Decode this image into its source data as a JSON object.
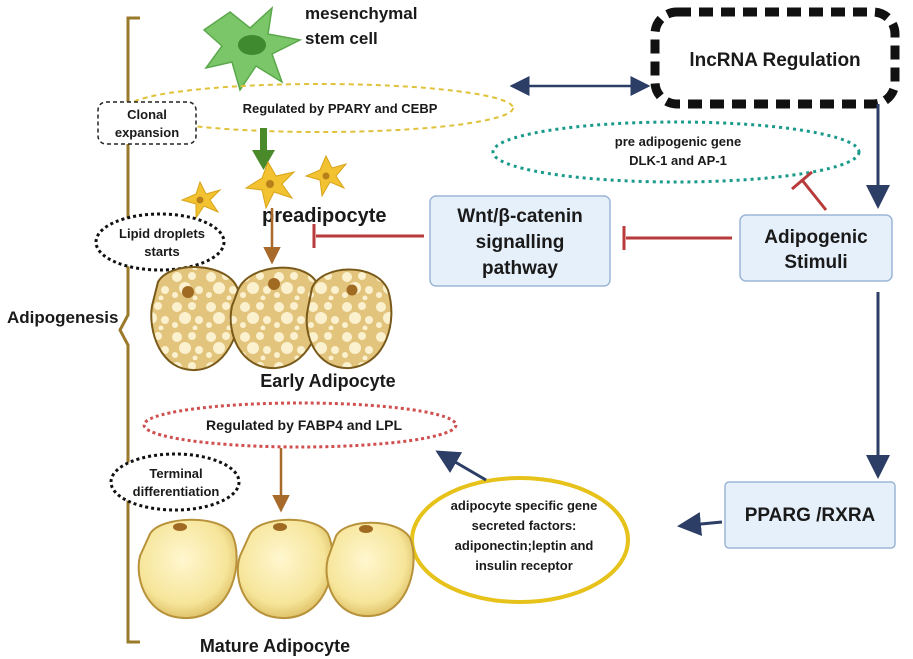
{
  "labels": {
    "msc_line1": "mesenchymal",
    "msc_line2": "stem cell",
    "lncrna": "lncRNA Regulation",
    "clonal_line1": "Clonal",
    "clonal_line2": "expansion",
    "pparg_cebp": "Regulated by PPARY and CEBP",
    "pre_adipo_gene_line1": "pre adipogenic gene",
    "pre_adipo_gene_line2": "DLK-1 and AP-1",
    "preadipocyte": "preadipocyte",
    "wnt_line1": "Wnt/β-catenin",
    "wnt_line2": "signalling",
    "wnt_line3": "pathway",
    "adipogenic_line1": "Adipogenic",
    "adipogenic_line2": "Stimuli",
    "lipid_line1": "Lipid droplets",
    "lipid_line2": "starts",
    "adipogenesis": "Adipogenesis",
    "early_adipocyte": "Early Adipocyte",
    "fabp4_lpl": "Regulated by FABP4 and LPL",
    "terminal_line1": "Terminal",
    "terminal_line2": "differentiation",
    "pparg_rxra": "PPARG /RXRA",
    "specific_line1": "adipocyte specific gene",
    "specific_line2": "secreted factors:",
    "specific_line3": "adiponectin;leptin and",
    "specific_line4": "insulin receptor",
    "mature_adipocyte": "Mature Adipocyte"
  },
  "colors": {
    "bracket": "#9a7a2a",
    "navy_arrow": "#2c3e66",
    "inhibit_red": "#b83a3a",
    "green_arrow": "#4a8a2a",
    "brown_arrow": "#a86a2a",
    "box_fill": "#e6f0fa",
    "box_stroke": "#9bb6d6",
    "yellow_dash": "#e0c23a",
    "teal_dash": "#1a9a8a",
    "red_dash": "#d05050",
    "yellow_ellipse": "#e6c21a",
    "cell_fill": "#e8cc84",
    "mature_fill": "#f6e59a",
    "msc_green": "#7cc66a",
    "pre_yellow": "#f2c230"
  }
}
